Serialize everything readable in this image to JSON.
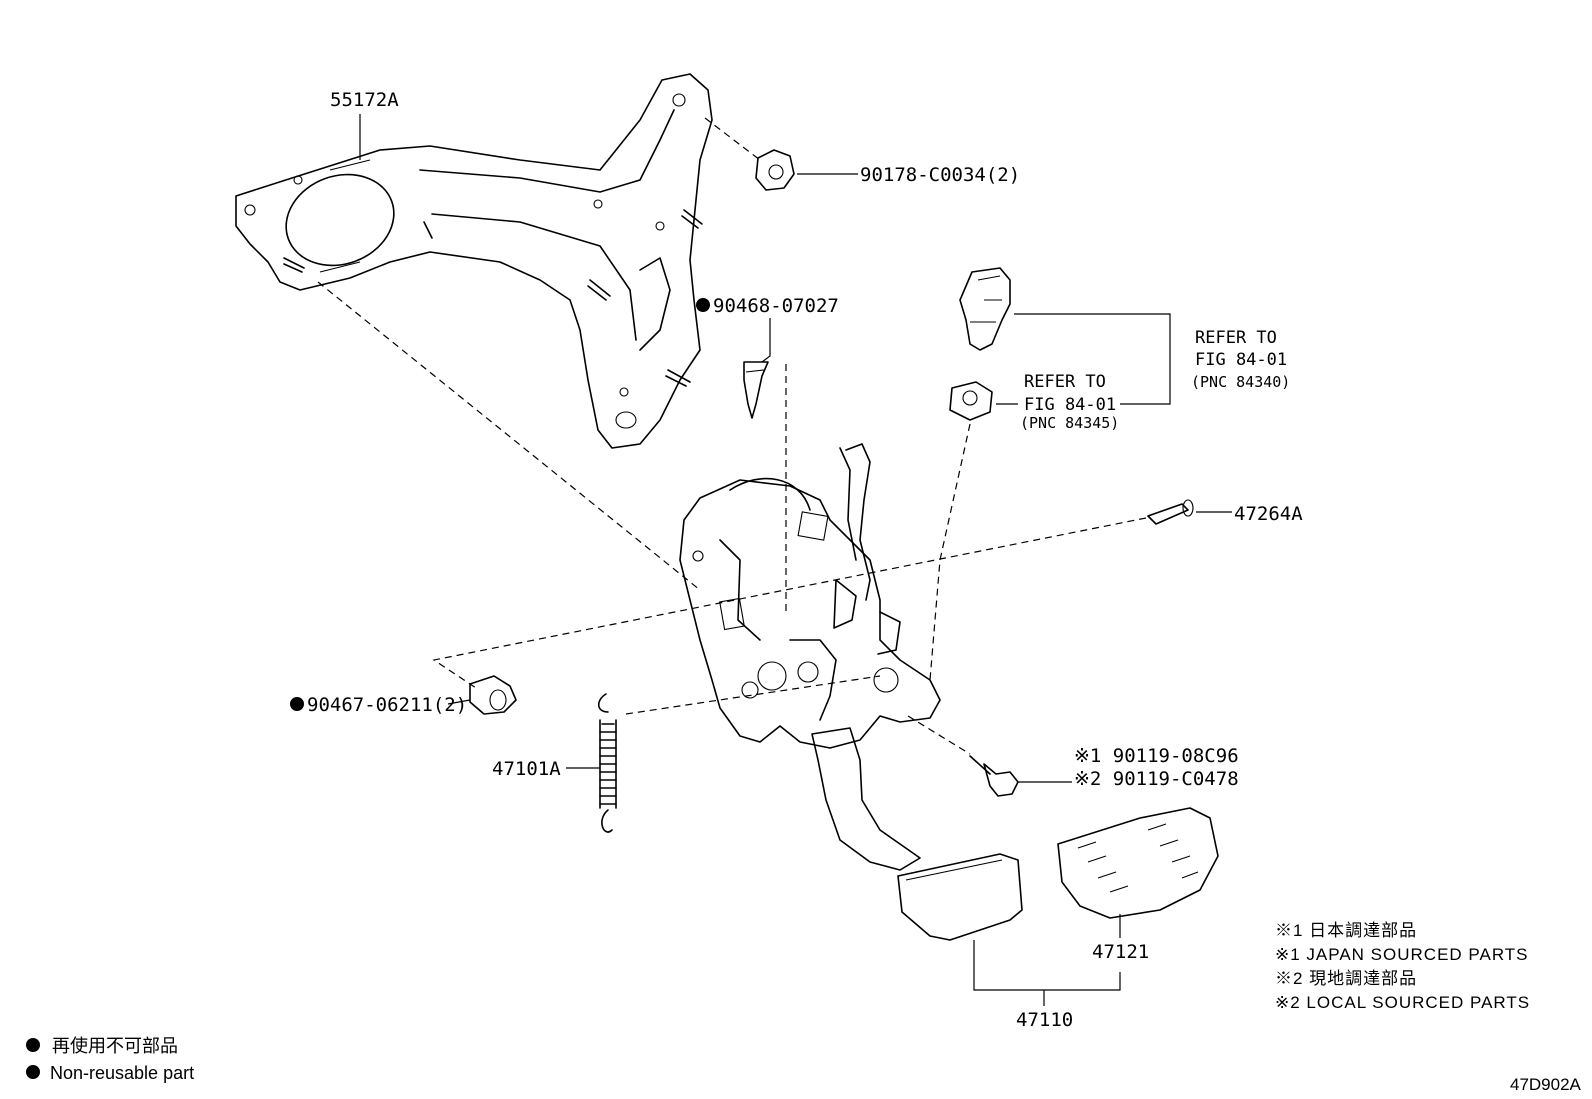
{
  "callouts": {
    "bracket": "55172A",
    "nut": "90178-C0034(2)",
    "clip": "90468-07027",
    "stop_switch_ref_line1": "REFER TO",
    "stop_switch_ref_line2": "FIG 84-01",
    "stop_switch_ref_pnc": "(PNC 84340)",
    "cushion_ref_line1": "REFER TO",
    "cushion_ref_line2": "FIG 84-01",
    "cushion_ref_pnc": "(PNC 84345)",
    "pin": "47264A",
    "bushing": "90467-06211(2)",
    "spring": "47101A",
    "bolt_1": "※1 90119-08C96",
    "bolt_2": "※2 90119-C0478",
    "pedal_pad": "47121",
    "pedal_assy": "47110"
  },
  "notes": {
    "note1_jp": "※1 日本調達部品",
    "note1_en": "※1 JAPAN SOURCED PARTS",
    "note2_jp": "※2 現地調達部品",
    "note2_en": "※2 LOCAL SOURCED PARTS"
  },
  "legend": {
    "symbol": "●",
    "jp": "再使用不可部品",
    "en": "Non-reusable part"
  },
  "diagram_code": "47D902A"
}
